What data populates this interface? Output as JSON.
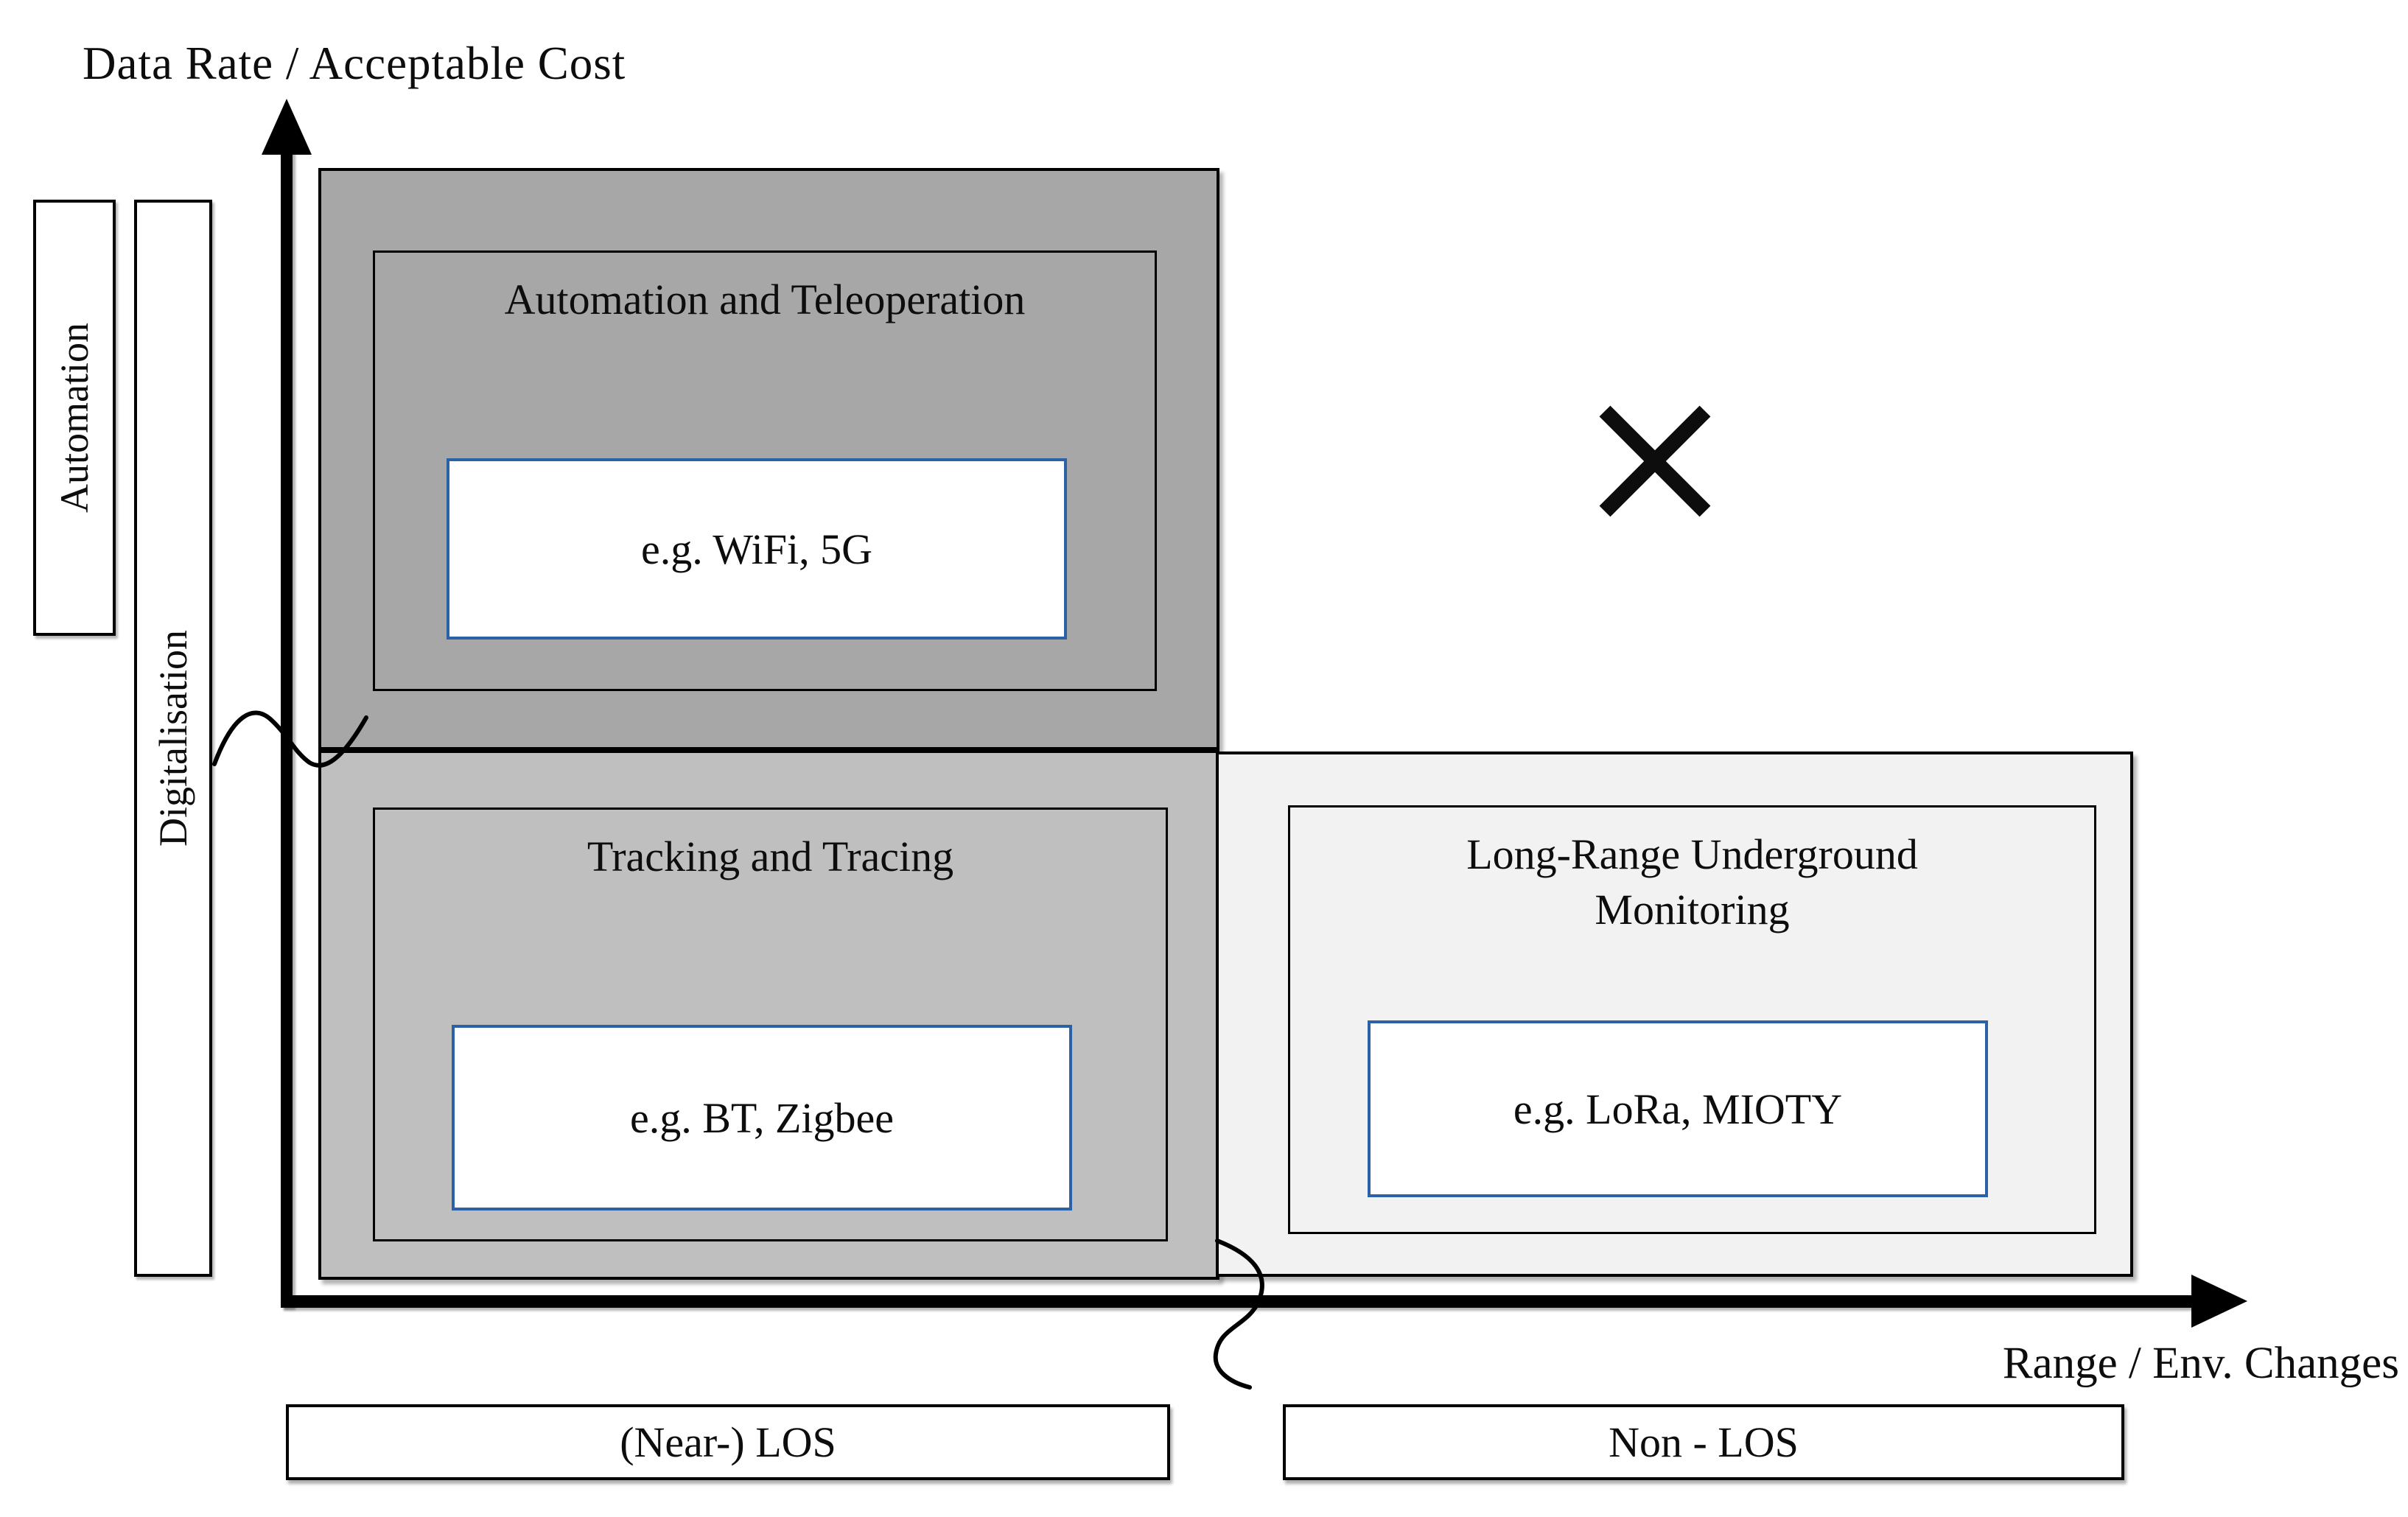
{
  "axes": {
    "y_label": "Data Rate / Acceptable Cost",
    "x_label": "Range / Env. Changes"
  },
  "side_labels": {
    "automation": "Automation",
    "digitalisation": "Digitalisation"
  },
  "regions": {
    "automation_teleoperation": {
      "title": "Automation and Teleoperation",
      "example": "e.g. WiFi, 5G"
    },
    "tracking_tracing": {
      "title": "Tracking and Tracing",
      "example": "e.g. BT, Zigbee"
    },
    "long_range_underground_monitoring": {
      "title": "Long-Range Underground Monitoring",
      "example": "e.g. LoRa, MIOTY"
    }
  },
  "bottom_labels": {
    "near_los": "(Near-) LOS",
    "non_los": "Non - LOS"
  },
  "markers": {
    "x_mark": "unsuitable-region-cross"
  },
  "colors": {
    "dark_gray": "#A7A7A7",
    "medium_gray": "#BFBFBF",
    "light_gray": "#F2F2F2",
    "example_border_blue": "#2A62A5",
    "axis_black": "#000000",
    "background": "#FFFFFF"
  }
}
